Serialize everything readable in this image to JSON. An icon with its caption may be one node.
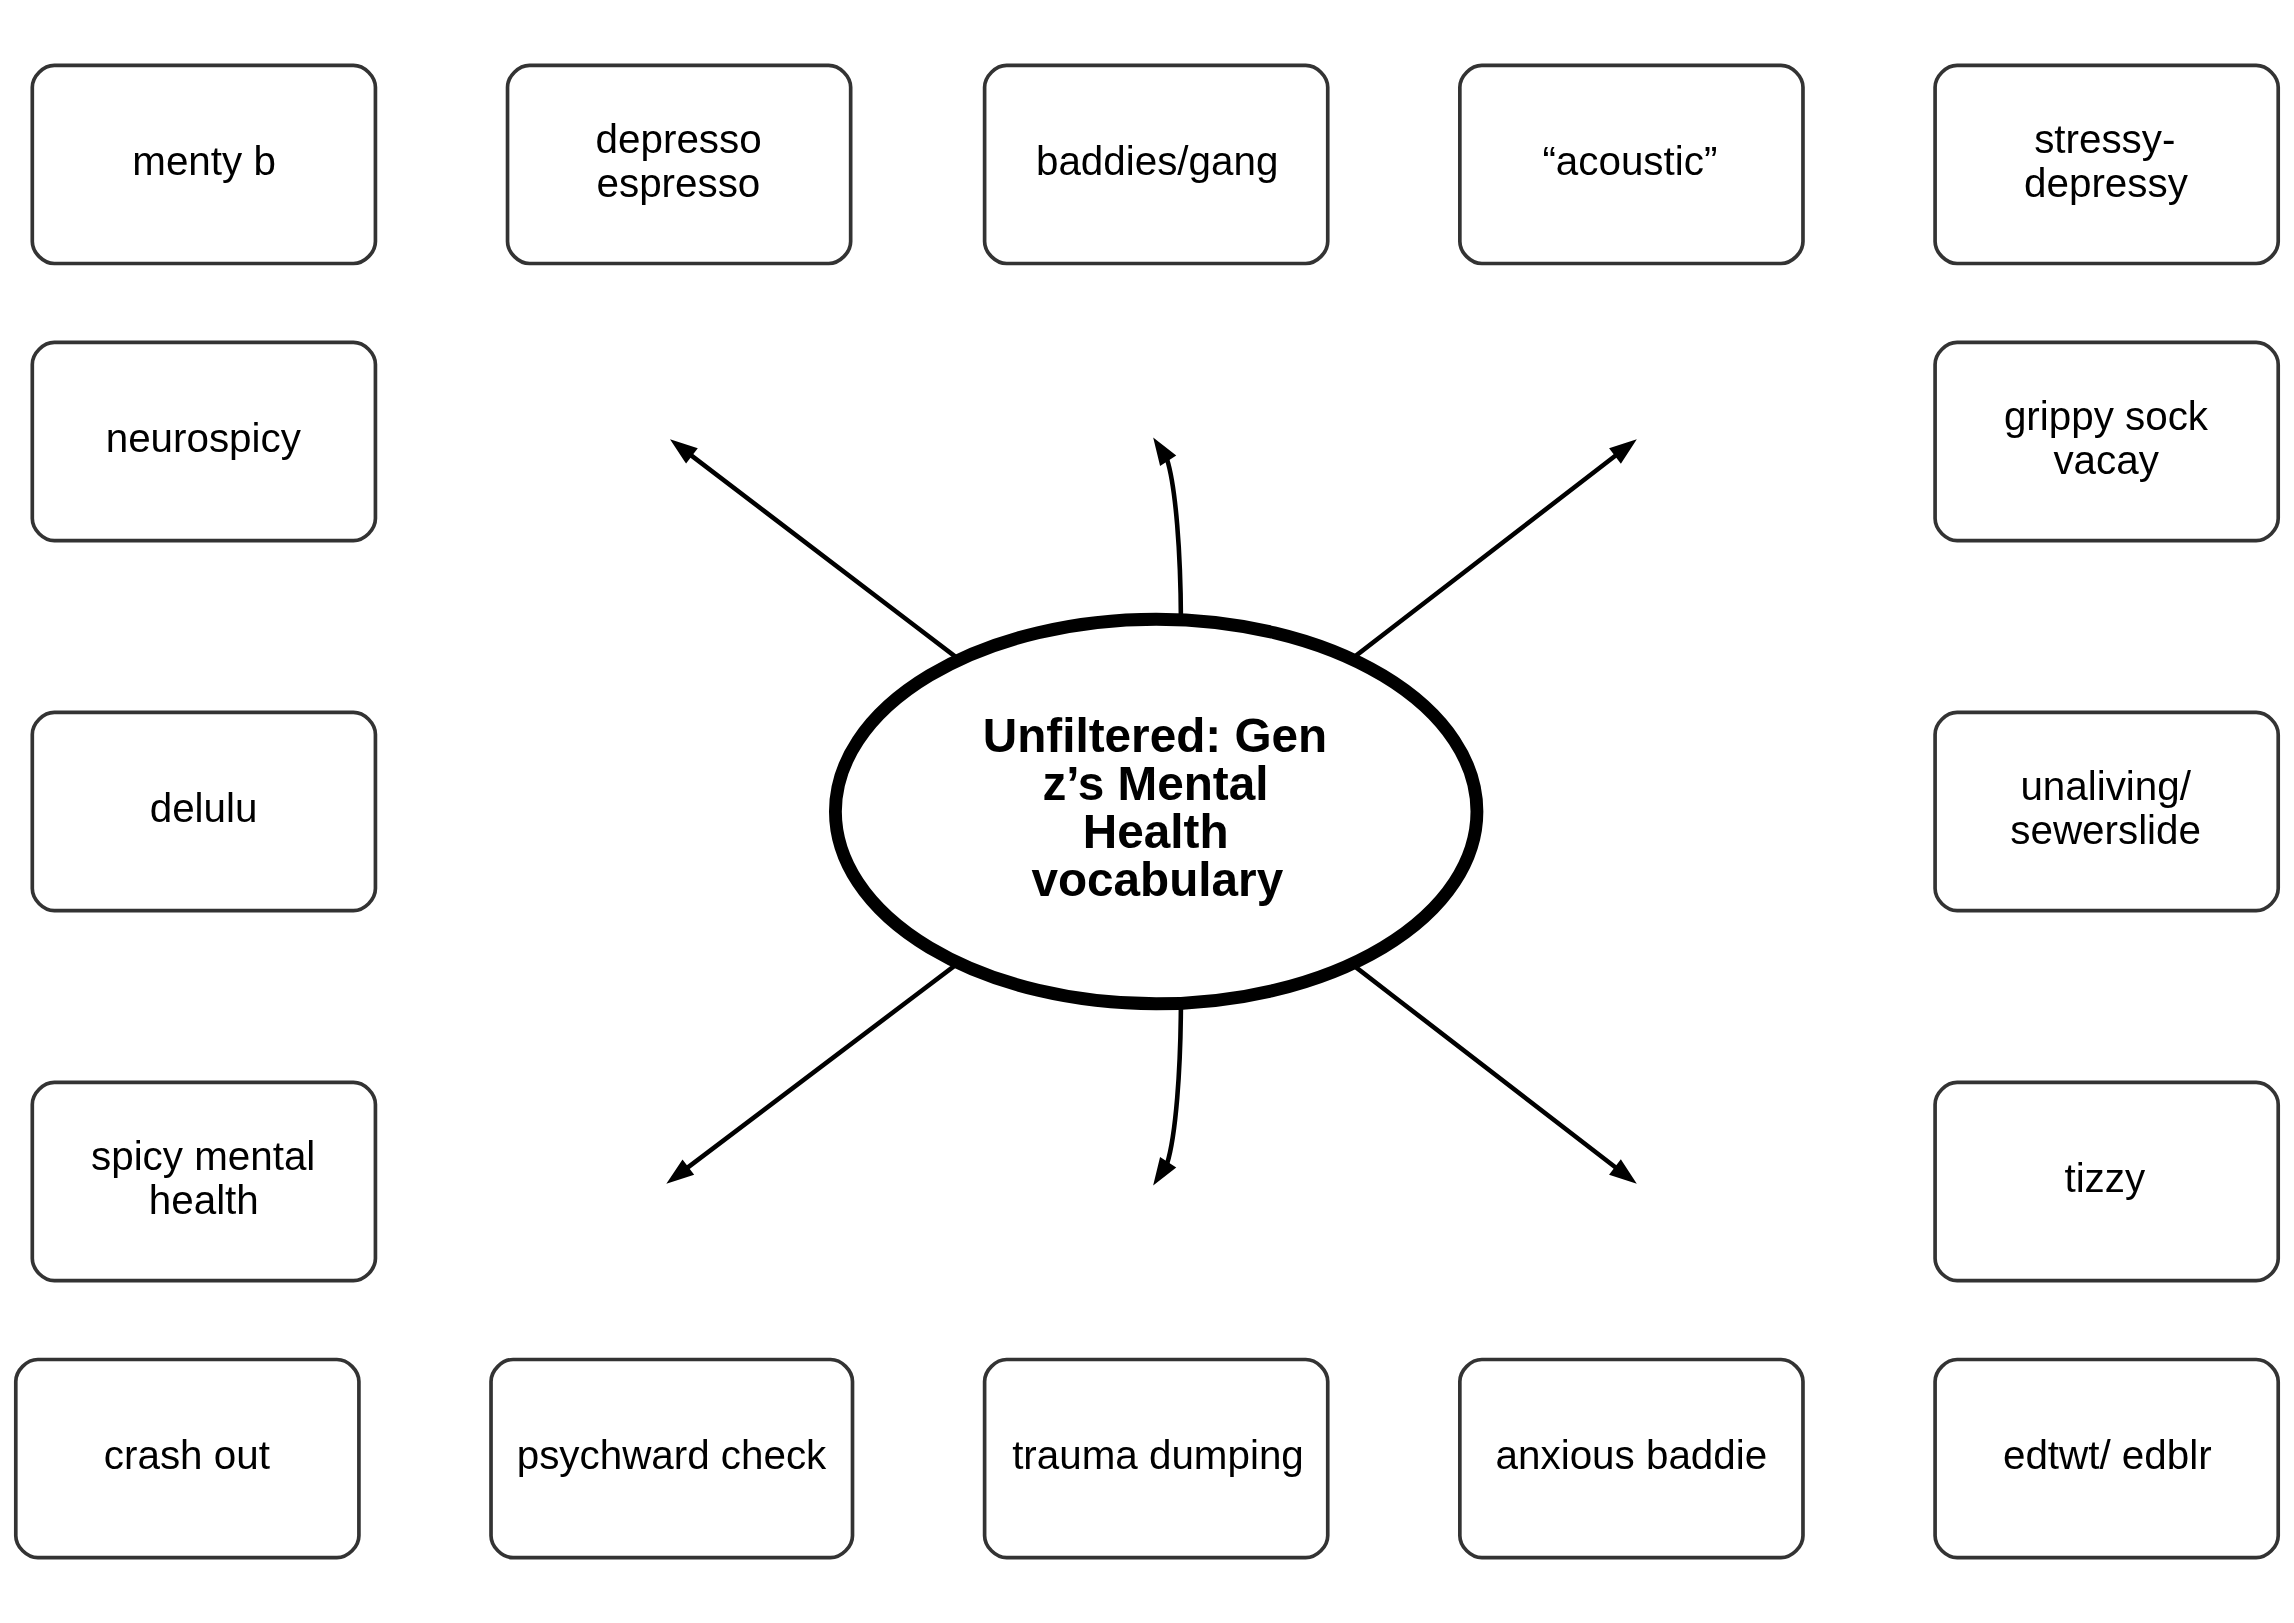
{
  "diagram": {
    "nodes": [
      {
        "text": [
          "menty b"
        ]
      },
      {
        "text": [
          "depresso espresso"
        ]
      },
      {
        "text": [
          "baddies/gang"
        ]
      },
      {
        "text": [
          "“acoustic”"
        ]
      },
      {
        "text": [
          "stressy-depressy"
        ]
      },
      {
        "text": [
          "neurospicy"
        ]
      },
      {
        "text": [
          "grippy sock vacay"
        ]
      },
      {
        "text": [
          "Unfiltered: Gen z’s Mental Health vocabulary"
        ]
      },
      {
        "text": [
          "delulu"
        ]
      },
      {
        "text": [
          "unaliving/ sewerslide"
        ]
      },
      {
        "text": [
          "spicy mental health"
        ]
      },
      {
        "text": [
          "tizzy"
        ]
      },
      {
        "text": [
          "crash out"
        ]
      },
      {
        "text": [
          "psychward check"
        ]
      },
      {
        "text": [
          "trauma dumping"
        ]
      },
      {
        "text": [
          "anxious baddie"
        ]
      },
      {
        "text": [
          "edtwt/ edblr"
        ]
      }
    ],
    "edges": [
      {
        "from": 7,
        "to": null,
        "arrow": "to"
      },
      {
        "from": 7,
        "to": null,
        "arrow": "to"
      },
      {
        "from": 7,
        "to": null,
        "arrow": "to"
      },
      {
        "from": 7,
        "to": null,
        "arrow": "to"
      },
      {
        "from": 7,
        "to": null,
        "arrow": "to"
      },
      {
        "from": 7,
        "to": null,
        "arrow": "to"
      }
    ]
  }
}
